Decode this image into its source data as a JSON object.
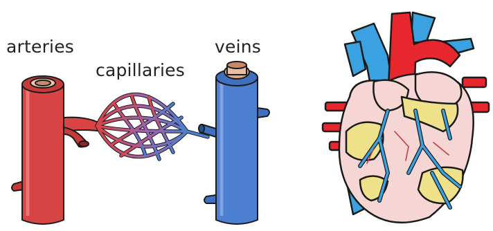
{
  "labels": {
    "arteries": "arteries",
    "capillaries": "capillaries",
    "veins": "veins"
  },
  "colors": {
    "artery_red": "#d94545",
    "vein_blue": "#4d7fd0",
    "heart_pink": "#f6d5d5",
    "heart_red": "#e8262e",
    "heart_blue": "#3aa2e0",
    "fat_yellow": "#efe08a",
    "outline": "#1a1a1a"
  },
  "icons": {
    "vessels": "blood-vessels-illustration",
    "heart": "human-heart-illustration"
  }
}
